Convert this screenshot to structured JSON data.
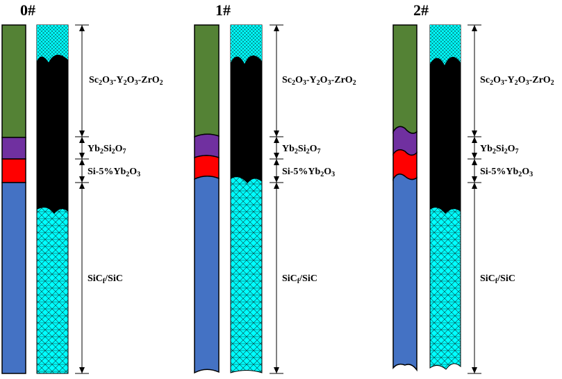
{
  "panels": [
    {
      "title": "0#",
      "interface": "flat"
    },
    {
      "title": "1#",
      "interface": "low-amplitude wave"
    },
    {
      "title": "2#",
      "interface": "high-amplitude wave"
    }
  ],
  "layers": [
    {
      "name": "Sc2O3-Y2O3-ZrO2",
      "color": "#548235"
    },
    {
      "name": "Yb2Si2O7",
      "color": "#7030a0"
    },
    {
      "name": "Si-5%Yb2O3",
      "color": "#ff0000"
    },
    {
      "name": "SiCf/SiC",
      "color": "#4472c4"
    }
  ],
  "mesh": {
    "fine_color": "#000000",
    "coarse_color": "#00ffff"
  },
  "labels": {
    "top_coat": {
      "a": "Sc",
      "s1": "2",
      "b": "O",
      "s2": "3",
      "c": "-Y",
      "s3": "2",
      "d": "O",
      "s4": "3",
      "e": "-ZrO",
      "s5": "2"
    },
    "yb": {
      "a": "Yb",
      "s1": "2",
      "b": "Si",
      "s2": "2",
      "c": "O",
      "s3": "7"
    },
    "bond": {
      "a": "Si-5%Yb",
      "s1": "2",
      "b": "O",
      "s2": "3"
    },
    "substrate": {
      "a": "SiC",
      "s1": "f",
      "b": "/SiC"
    }
  }
}
